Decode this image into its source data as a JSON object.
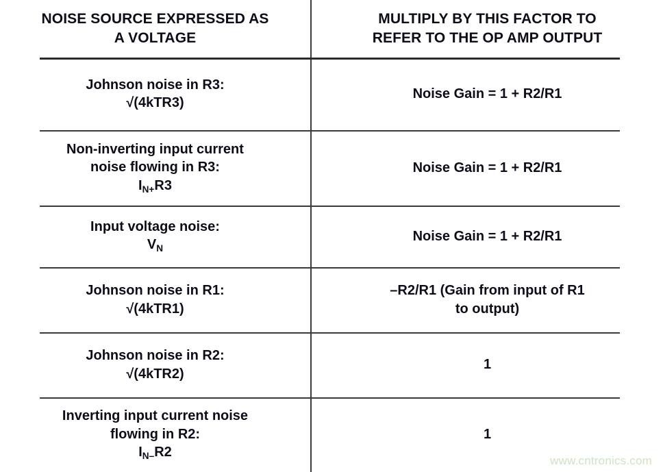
{
  "table": {
    "headers": {
      "left": {
        "line1": "NOISE SOURCE EXPRESSED AS",
        "line2": "A VOLTAGE"
      },
      "right": {
        "line1": "MULTIPLY BY THIS FACTOR TO",
        "line2": "REFER TO THE OP AMP OUTPUT"
      }
    },
    "rows": [
      {
        "source": {
          "line1": "Johnson noise in R3:",
          "line2": "√(4kTR3)"
        },
        "factor": {
          "line1": "Noise Gain = 1 + R2/R1",
          "line2": ""
        }
      },
      {
        "source": {
          "line1": "Non-inverting input current",
          "line2": "noise flowing in R3:",
          "line3_base": "I",
          "line3_sub": "N+",
          "line3_tail": "R3"
        },
        "factor": {
          "line1": "Noise Gain = 1 + R2/R1",
          "line2": ""
        }
      },
      {
        "source": {
          "line1": "Input voltage noise:",
          "line2_base": "V",
          "line2_sub": "N"
        },
        "factor": {
          "line1": "Noise Gain = 1 + R2/R1",
          "line2": ""
        }
      },
      {
        "source": {
          "line1": "Johnson noise in R1:",
          "line2": "√(4kTR1)"
        },
        "factor": {
          "line1": "–R2/R1 (Gain from input of R1",
          "line2": "to output)"
        }
      },
      {
        "source": {
          "line1": "Johnson noise in R2:",
          "line2": "√(4kTR2)"
        },
        "factor": {
          "line1": "1",
          "line2": ""
        }
      },
      {
        "source": {
          "line1": "Inverting input current noise",
          "line2": "flowing in R2:",
          "line3_base": "I",
          "line3_sub": "N–",
          "line3_tail": "R2"
        },
        "factor": {
          "line1": "1",
          "line2": ""
        }
      }
    ]
  },
  "watermark": {
    "text": "www.cntronics.com"
  },
  "colors": {
    "text": "#0d0d1a",
    "rule": "#3a3a3a",
    "watermark": "#cfe3c4",
    "background": "#ffffff"
  }
}
